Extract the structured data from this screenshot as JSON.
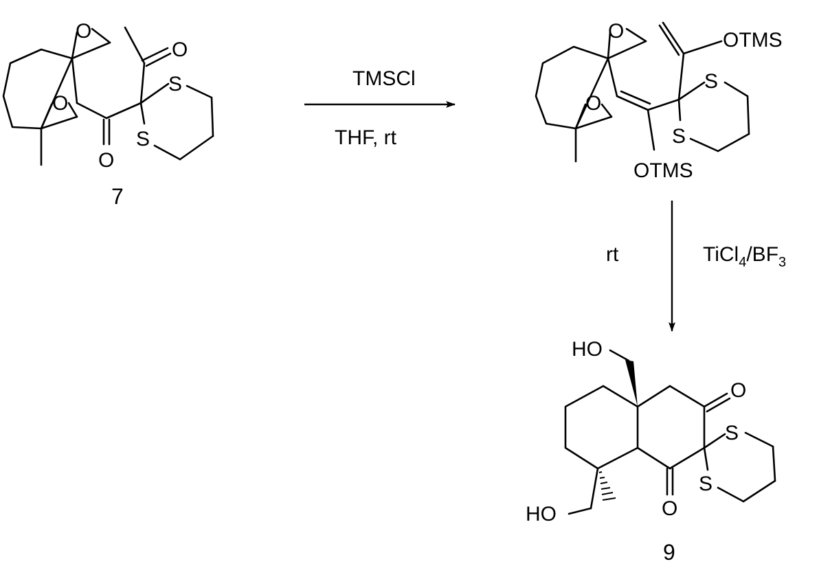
{
  "compounds": {
    "start": {
      "number": "7",
      "atoms": {
        "o_epox_top": "O",
        "o_acetyl": "O",
        "s_upper": "S",
        "o_epox_low": "O",
        "s_lower": "S",
        "o_ketone": "O"
      }
    },
    "intermediate": {
      "atoms": {
        "o_epox_top": "O",
        "otms_upper": "OTMS",
        "s_upper": "S",
        "o_epox_low": "O",
        "s_lower": "S",
        "otms_lower": "OTMS"
      }
    },
    "product": {
      "number": "9",
      "atoms": {
        "ho_top": "HO",
        "o_right": "O",
        "s_upper": "S",
        "s_lower": "S",
        "ho_bottom": "HO",
        "o_bottom": "O"
      }
    }
  },
  "reactions": [
    {
      "reagent_above": "TMSCl",
      "conditions_below": "THF, rt"
    },
    {
      "condition_left": "rt",
      "reagent_right": {
        "base": "TiCl",
        "sub1": "4",
        "mid": "/BF",
        "sub2": "3"
      }
    }
  ],
  "colors": {
    "ink": "#000000",
    "background": "#ffffff"
  }
}
